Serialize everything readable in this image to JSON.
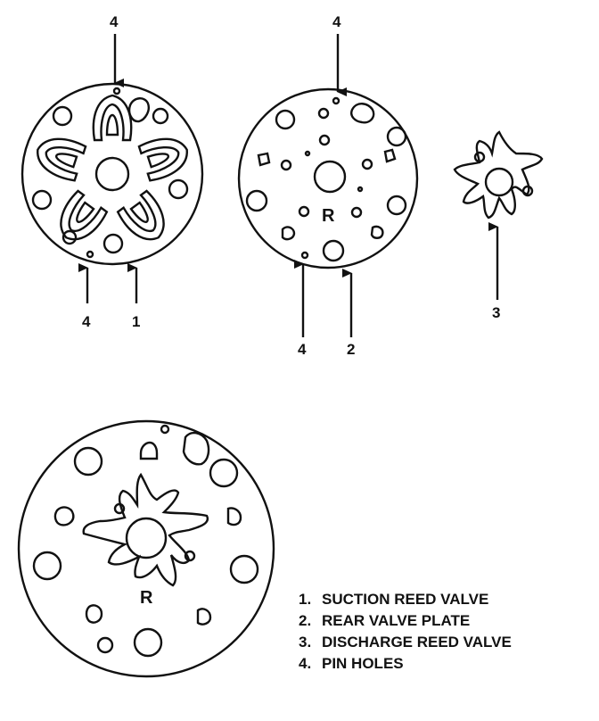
{
  "callouts": {
    "plate1_top": "4",
    "plate1_bottom_left": "4",
    "plate1_bottom_right": "1",
    "plate2_top": "4",
    "plate2_bottom_left": "4",
    "plate2_bottom_right": "2",
    "valve3": "3"
  },
  "plate_marks": {
    "rear_plate_letter": "R",
    "assembled_letter": "R"
  },
  "legend": {
    "items": [
      {
        "num": "1.",
        "text": "SUCTION REED VALVE"
      },
      {
        "num": "2.",
        "text": "REAR VALVE PLATE"
      },
      {
        "num": "3.",
        "text": "DISCHARGE REED VALVE"
      },
      {
        "num": "4.",
        "text": "PIN HOLES"
      }
    ]
  },
  "colors": {
    "ink": "#111111",
    "paper": "#ffffff"
  }
}
